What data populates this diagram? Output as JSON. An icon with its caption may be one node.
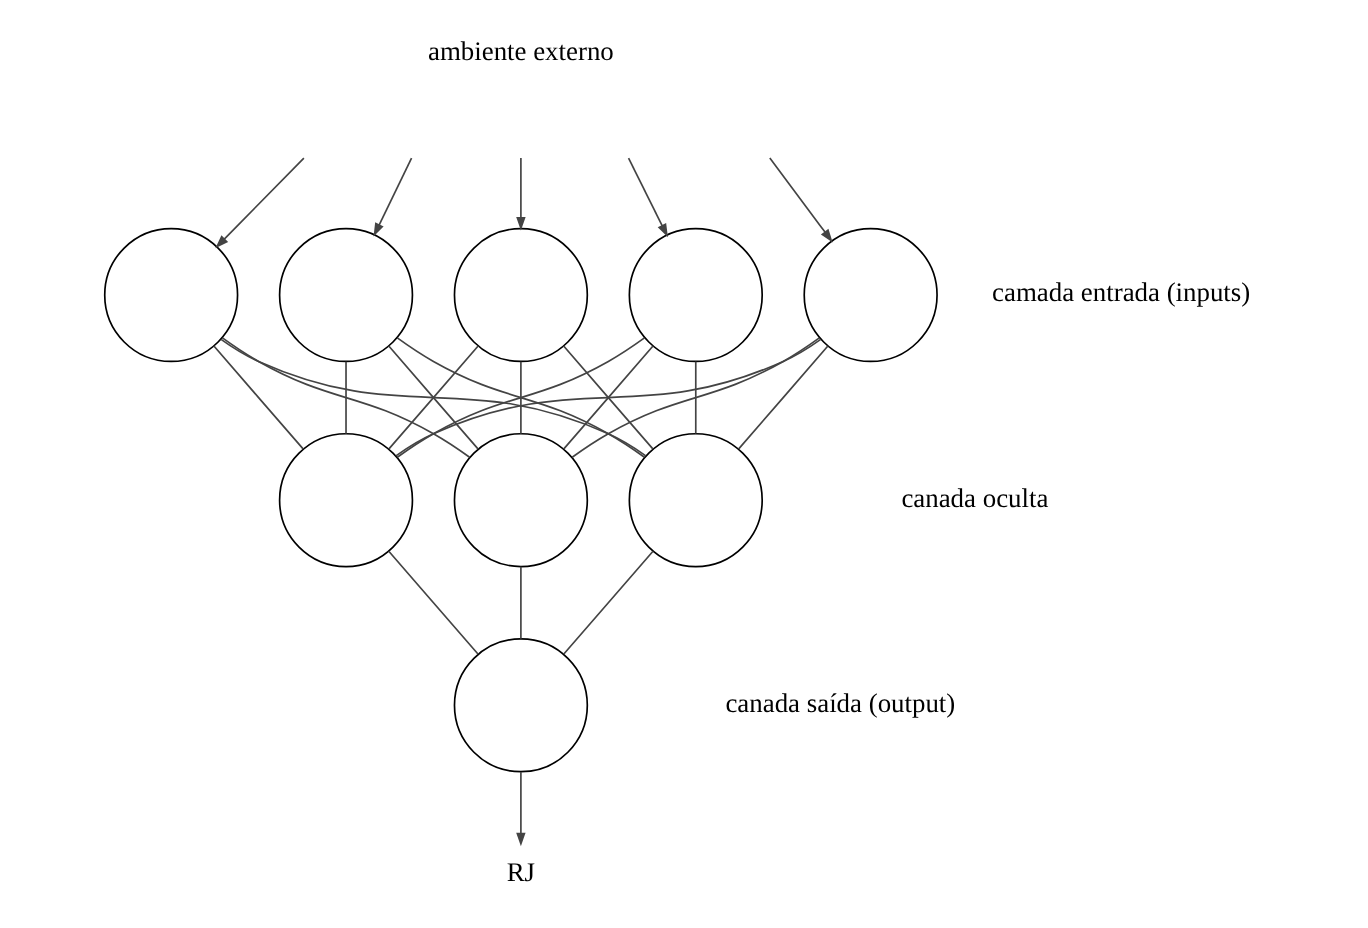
{
  "diagram": {
    "nodes": [
      {
        "text": [],
        "shape": "circle"
      },
      {
        "text": [],
        "shape": "circle"
      },
      {
        "text": [],
        "shape": "circle"
      },
      {
        "text": [],
        "shape": "circle"
      },
      {
        "text": [],
        "shape": "circle"
      },
      {
        "text": [],
        "shape": "circle"
      },
      {
        "text": [],
        "shape": "circle"
      },
      {
        "text": [],
        "shape": "circle"
      },
      {
        "text": [],
        "shape": "circle"
      },
      {
        "text": [
          "RJ"
        ]
      }
    ],
    "edges": [
      {
        "from": null,
        "to": 0,
        "arrow": "to"
      },
      {
        "from": null,
        "to": 1,
        "arrow": "to"
      },
      {
        "from": null,
        "to": 2,
        "arrow": "to"
      },
      {
        "from": null,
        "to": 3,
        "arrow": "to"
      },
      {
        "from": null,
        "to": 4,
        "arrow": "to"
      },
      {
        "from": 0,
        "to": 5,
        "arrow": "none"
      },
      {
        "from": 0,
        "to": 6,
        "arrow": "none"
      },
      {
        "from": 0,
        "to": 7,
        "arrow": "none"
      },
      {
        "from": 1,
        "to": 5,
        "arrow": "none"
      },
      {
        "from": 1,
        "to": 6,
        "arrow": "none"
      },
      {
        "from": 1,
        "to": 7,
        "arrow": "none"
      },
      {
        "from": 2,
        "to": 5,
        "arrow": "none"
      },
      {
        "from": 2,
        "to": 6,
        "arrow": "none"
      },
      {
        "from": 2,
        "to": 7,
        "arrow": "none"
      },
      {
        "from": 3,
        "to": 5,
        "arrow": "none"
      },
      {
        "from": 3,
        "to": 6,
        "arrow": "none"
      },
      {
        "from": 3,
        "to": 7,
        "arrow": "none"
      },
      {
        "from": 4,
        "to": 5,
        "arrow": "none"
      },
      {
        "from": 4,
        "to": 6,
        "arrow": "none"
      },
      {
        "from": 4,
        "to": 7,
        "arrow": "none"
      },
      {
        "from": 5,
        "to": 8,
        "arrow": "none"
      },
      {
        "from": 6,
        "to": 8,
        "arrow": "none"
      },
      {
        "from": 7,
        "to": 8,
        "arrow": "none"
      },
      {
        "from": 8,
        "to": 9,
        "arrow": "to"
      }
    ],
    "labels": [
      "ambiente externo",
      "camada entrada (inputs)",
      "canada oculta",
      "canada saída (output)"
    ]
  }
}
